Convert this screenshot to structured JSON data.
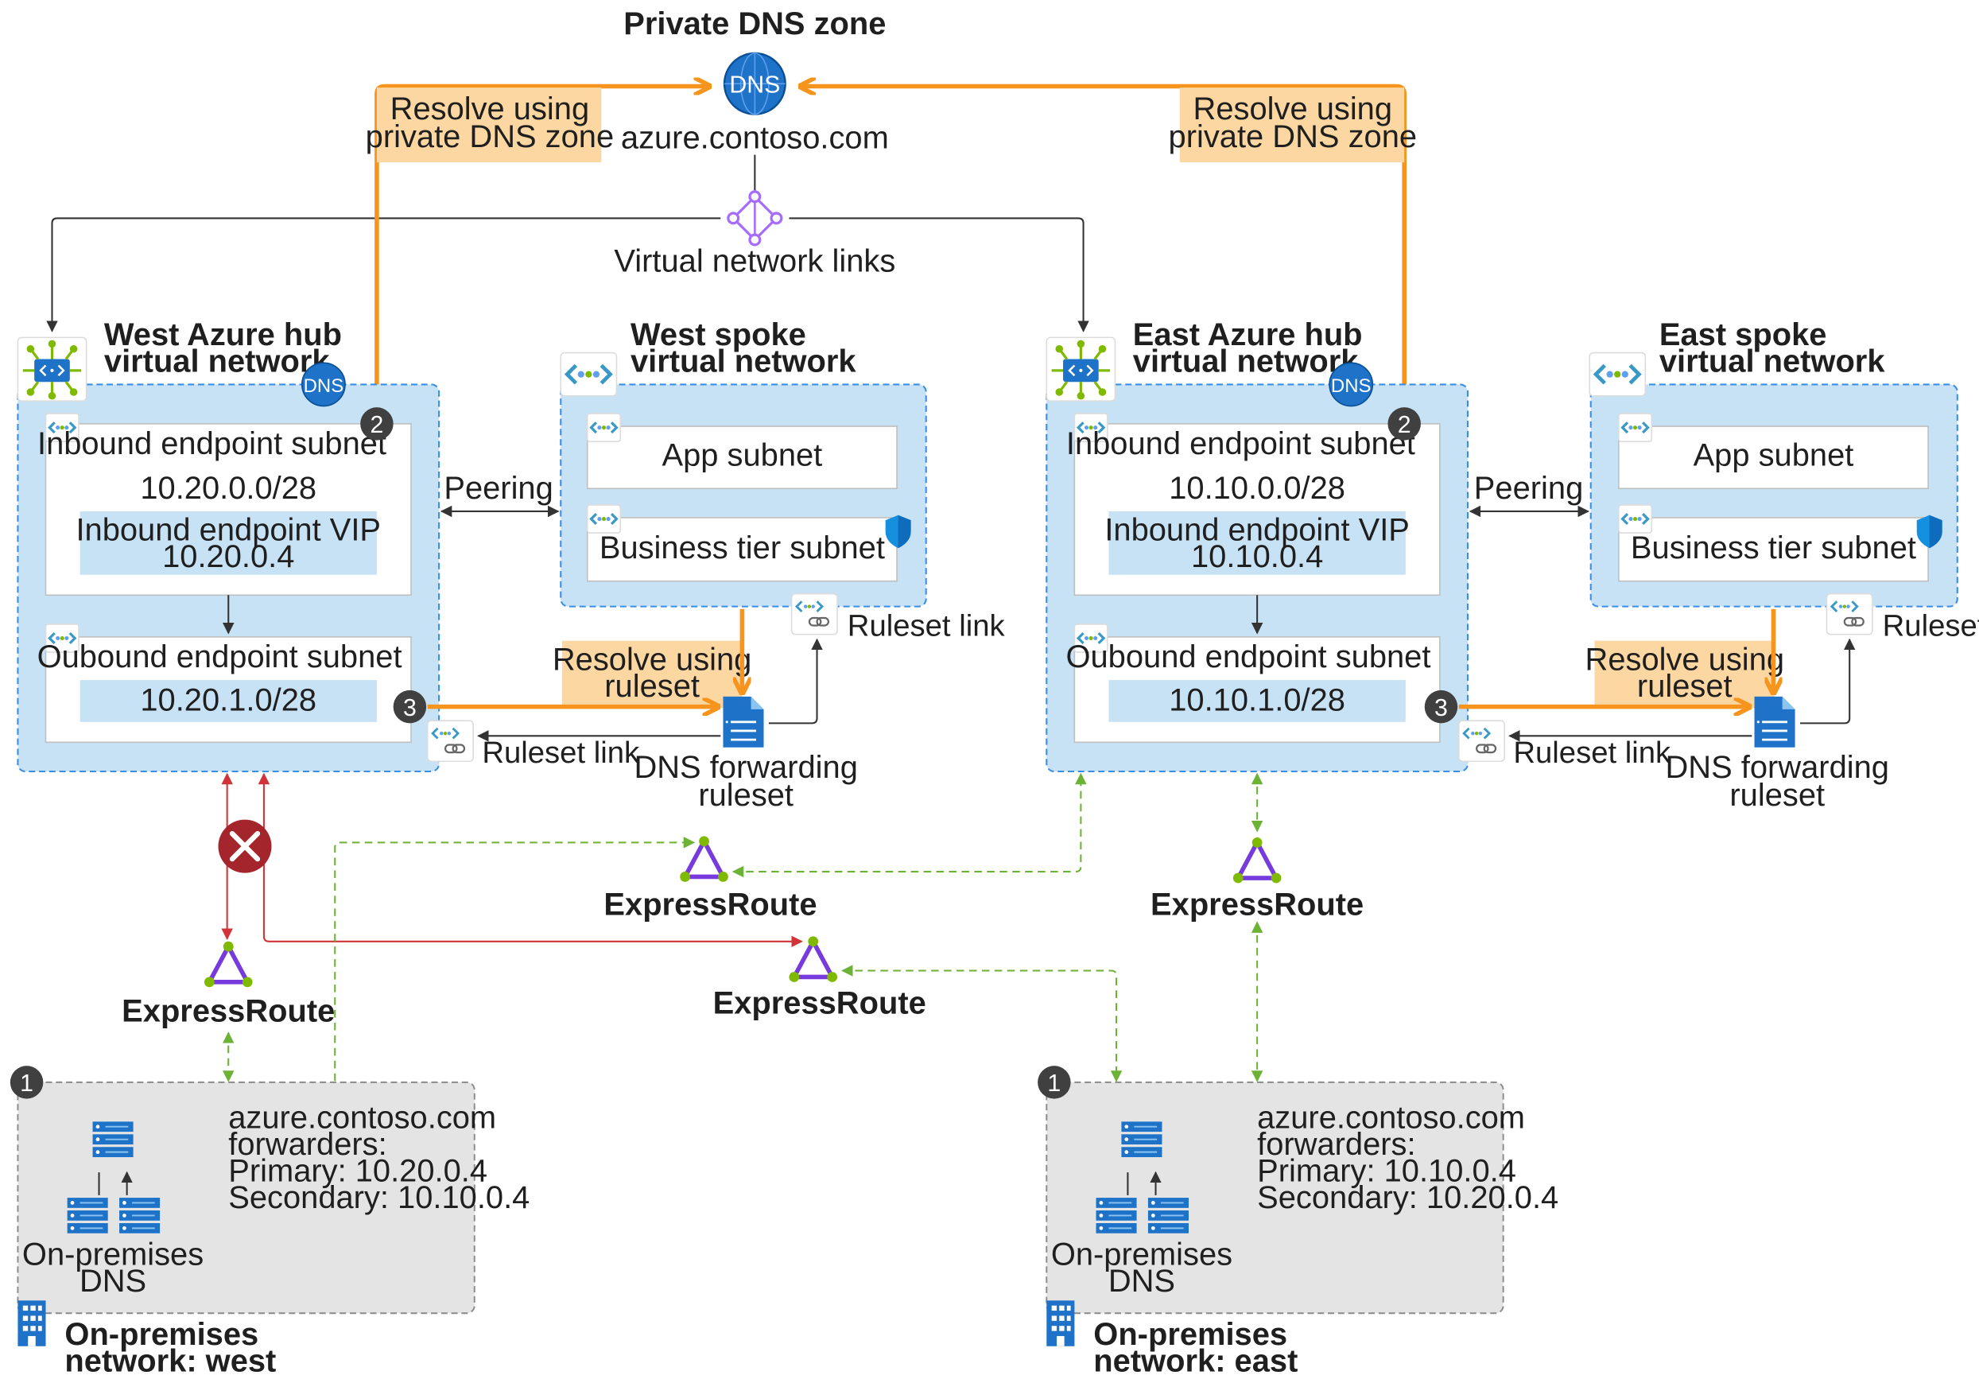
{
  "top": {
    "dns_zone_title": "Private DNS zone",
    "dns_zone_name": "azure.contoso.com",
    "vnet_links": "Virtual network links",
    "resolve_private_left": [
      "Resolve using",
      "private DNS zone"
    ],
    "resolve_private_right": [
      "Resolve using",
      "private DNS zone"
    ]
  },
  "badges": {
    "dns": "DNS",
    "step1": "1",
    "step2": "2",
    "step3": "3"
  },
  "west": {
    "hub_title": [
      "West Azure hub",
      "virtual network"
    ],
    "inbound_subnet": "Inbound endpoint subnet",
    "inbound_cidr": "10.20.0.0/28",
    "inbound_vip": [
      "Inbound endpoint VIP",
      "10.20.0.4"
    ],
    "outbound_subnet": "Oubound endpoint subnet",
    "outbound_cidr": "10.20.1.0/28",
    "peering": "Peering",
    "spoke_title": [
      "West spoke",
      "virtual network"
    ],
    "app_subnet": "App subnet",
    "business_subnet": "Business tier subnet",
    "ruleset_link_top": "Ruleset link",
    "ruleset_link_bottom": "Ruleset link",
    "resolve_ruleset": [
      "Resolve using",
      "ruleset"
    ],
    "forwarding_ruleset": [
      "DNS forwarding",
      "ruleset"
    ],
    "expressroute": "ExpressRoute",
    "onprem_config": [
      "azure.contoso.com",
      "forwarders:",
      "Primary: 10.20.0.4",
      "Secondary: 10.10.0.4"
    ],
    "onprem_dns": [
      "On-premises",
      "DNS"
    ],
    "onprem_network": [
      "On-premises",
      "network: west"
    ]
  },
  "east": {
    "hub_title": [
      "East Azure hub",
      "virtual network"
    ],
    "inbound_subnet": "Inbound endpoint subnet",
    "inbound_cidr": "10.10.0.0/28",
    "inbound_vip": [
      "Inbound endpoint VIP",
      "10.10.0.4"
    ],
    "outbound_subnet": "Oubound endpoint subnet",
    "outbound_cidr": "10.10.1.0/28",
    "peering": "Peering",
    "spoke_title": [
      "East spoke",
      "virtual network"
    ],
    "app_subnet": "App subnet",
    "business_subnet": "Business tier subnet",
    "ruleset_link_top": "Ruleset link",
    "ruleset_link_bottom": "Ruleset link",
    "resolve_ruleset": [
      "Resolve using",
      "ruleset"
    ],
    "forwarding_ruleset": [
      "DNS forwarding",
      "ruleset"
    ],
    "expressroute": "ExpressRoute",
    "onprem_config": [
      "azure.contoso.com",
      "forwarders:",
      "Primary: 10.10.0.4",
      "Secondary: 10.20.0.4"
    ],
    "onprem_dns": [
      "On-premises",
      "DNS"
    ],
    "onprem_network": [
      "On-premises",
      "network: east"
    ]
  },
  "middle": {
    "expressroute_upper": "ExpressRoute",
    "expressroute_lower": "ExpressRoute"
  },
  "colors": {
    "orange": "#f7941d",
    "orange_label_bg": "#fdd7a2",
    "vnet_fill": "#c7e1f5",
    "vnet_border": "#3a8ee6",
    "vip_fill": "#c7e1f5",
    "green_dash": "#6bb235",
    "red": "#d13438",
    "onprem_fill": "#e4e4e4"
  }
}
